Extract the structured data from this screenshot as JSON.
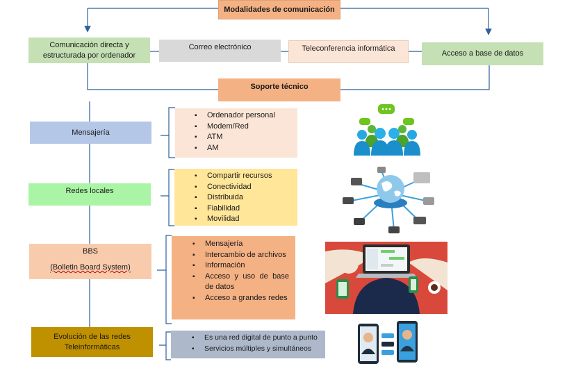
{
  "title": "Modalidades de comunicación",
  "modalities": [
    "Comunicación directa y estructurada por ordenador",
    "Correo electrónico",
    "Teleconferencia informática",
    "Acceso a base de datos"
  ],
  "support": "Soporte técnico",
  "rows": [
    {
      "label": "Mensajería",
      "label_extra": "",
      "items": [
        "Ordenador personal",
        "Modem/Red",
        "ATM",
        "AM"
      ],
      "icon": "people-chat-icon"
    },
    {
      "label": "Redes locales",
      "label_extra": "",
      "items": [
        "Compartir recursos",
        "Conectividad",
        "Distribuida",
        "Fiabilidad",
        "Movilidad"
      ],
      "icon": "network-globe-icon"
    },
    {
      "label": "BBS",
      "label_extra": "(Bolletin Board System)",
      "items": [
        "Mensajería",
        "Intercambio de archivos",
        "Información",
        "Acceso y uso de base de datos",
        "Acceso a grandes redes"
      ],
      "icon": "laptop-chat-icon"
    },
    {
      "label": "Evolución de las redes Teleinformáticas",
      "label_extra": "",
      "items": [
        "Es una red digital de punto a punto",
        "Servicios múltiples y simultáneos"
      ],
      "icon": "video-call-icon"
    }
  ],
  "colors": {
    "orange": "#f4b183",
    "green_light": "#c5e0b4",
    "gray": "#d9d9d9",
    "blue": "#b4c7e7",
    "green": "#a9f5a5",
    "peach": "#f8cbad",
    "gold": "#bf9000",
    "peach_light": "#fbe5d6",
    "yellow": "#ffe699",
    "slate": "#adb9ca",
    "line": "#2e5f9e"
  }
}
